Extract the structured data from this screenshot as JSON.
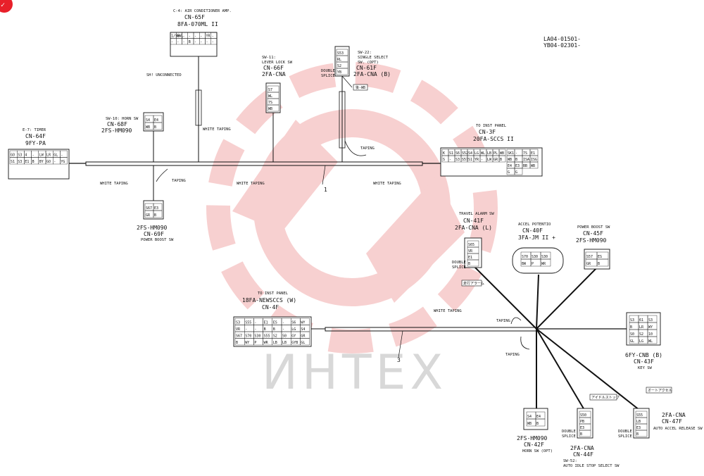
{
  "doc_ids": [
    "LA04-01501-",
    "YB04-02301-"
  ],
  "watermark_text": "ИНТЕХ",
  "corner_badge_glyph": "✓",
  "colors": {
    "watermark_red": "#f2aaaa",
    "watermark_gray": "#d8d8d8",
    "ink": "#111111",
    "badge": "#e8202a"
  },
  "harness_numbers": [
    "1",
    "3"
  ],
  "tapes": {
    "white": "WHITE TAPING",
    "plain": "TAPING"
  },
  "splice": {
    "l1": "DOUBLE",
    "l2": "SPLICE"
  },
  "hl_jp": "後-WB",
  "travel_jp": "走行アラーム",
  "idle_jp": "アイドルストップ",
  "auto_jp": "オートアクセル",
  "c": {
    "ac": {
      "title": "C-4: AIR CONDITIONER AMP.",
      "cn": "CN-65F",
      "part": "8FA-070ML II",
      "note": "SH! UNCONNECTED"
    },
    "lock": {
      "title": "SW-11:",
      "sub": "LEVER LOCK SW",
      "cn": "CN-66F",
      "part": "2FA-CNA"
    },
    "single": {
      "title": "SW-22:",
      "sub": "SINGLE SELECT",
      "sub2": "SW. (OPT)",
      "cn": "CN-61F",
      "part": "2FA-CNA (B)"
    },
    "timer": {
      "title": "E-7: TIMER",
      "cn": "CN-64F",
      "part": "9FY-PA"
    },
    "horn1": {
      "title": "SW-10: HORN SW",
      "cn": "CN-68F",
      "part": "2FS-HM090"
    },
    "boost1": {
      "part": "2FS-HM090",
      "cn": "CN-69F",
      "title": "POWER BOOST SW"
    },
    "inst3": {
      "title": "TO INST PANEL",
      "cn": "CN-3F",
      "part": "20FA-SCCS II"
    },
    "inst4": {
      "title": "TO INST PANEL",
      "part": "18FA-NEWSCCS (W)",
      "cn": "CN-4F"
    },
    "travel": {
      "title": "TRAVEL ALARM SW",
      "cn": "CN-41F",
      "part": "2FA-CNA (L)"
    },
    "accel": {
      "title": "ACCEL POTENTIO",
      "cn": "CN-40F",
      "part": "3FA-JM II +"
    },
    "boost2": {
      "title": "POWER BOOST SW",
      "cn": "CN-45F",
      "part": "2FS-HM090"
    },
    "key": {
      "part": "6FY-CNB (B)",
      "cn": "CN-43F",
      "title": "KEY SW"
    },
    "horn2": {
      "part": "2FS-HM090",
      "cn": "CN-42F",
      "title": "HORN SW (OPT)"
    },
    "idle": {
      "part": "2FA-CNA",
      "cn": "CN-44F",
      "title": "SW-52:",
      "sub": "AUTO IDLE STOP SELECT SW"
    },
    "auto": {
      "part": "2FA-CNA",
      "cn": "CN-47F",
      "title": "AUTO ACCEL RELEASE SW"
    }
  },
  "pins": {
    "ac": [
      "1/SB",
      "GWL",
      "-",
      "-",
      "-",
      "-",
      "YR",
      "-",
      "-",
      "-",
      "-",
      "B",
      "-",
      "-",
      "-",
      "-"
    ],
    "lock": [
      "S7",
      "WL",
      "7S",
      "WB"
    ],
    "single": [
      "S53",
      "RL",
      "S2",
      "YB"
    ],
    "timer": [
      "GO",
      "S3",
      "4",
      "-",
      "LW",
      "LR",
      "GL",
      "-",
      "S1",
      "S3",
      "E1",
      "B",
      "BY",
      "GO",
      "-",
      "YG"
    ],
    "horn1": [
      "S4",
      "E4",
      "WB",
      "B"
    ],
    "boost1": [
      "S67",
      "E3",
      "GR",
      "B"
    ],
    "inst3": [
      "K",
      "S1",
      "S6",
      "S52",
      "S4",
      "LG",
      "WL",
      "LB",
      "PL",
      "WB",
      "S",
      "-",
      "S3",
      "S57",
      "S1",
      "YR",
      "-",
      "LW",
      "GR",
      "B"
    ],
    "inst3b": [
      "SK1",
      "-",
      "7S",
      "E1",
      "WB",
      "B",
      "ISA",
      "ISG",
      "E4",
      "E3",
      "BB",
      "WB",
      "G",
      "G"
    ],
    "inst4": [
      "S3",
      "S55",
      "-",
      "E1",
      "ES",
      "-",
      "S6",
      "WY",
      "VR",
      "-",
      "-",
      "B",
      "B",
      "-",
      "LG",
      "S4",
      "S67",
      "S70",
      "S30",
      "S55",
      "S2",
      "S0",
      "GY",
      "GR",
      "B",
      "WY",
      "P",
      "WR",
      "LB",
      "LB",
      "GYB",
      "GL"
    ],
    "travel": [
      "S65",
      "VR",
      "E1",
      "B"
    ],
    "accel": [
      "S70",
      "S30",
      "S30",
      "BW",
      "P",
      "WR"
    ],
    "boost2": [
      "S57",
      "ES",
      "GR",
      "B"
    ],
    "key": [
      "S3",
      "61",
      "S3",
      "B",
      "LR",
      "WY",
      "S0",
      "S2",
      "10",
      "GL",
      "LG",
      "WL"
    ],
    "horn2": [
      "S4",
      "E4",
      "WB",
      "B"
    ],
    "idle": [
      "S50",
      "PB",
      "E3",
      "B"
    ],
    "auto": [
      "S55",
      "LB",
      "E3",
      "B"
    ]
  }
}
